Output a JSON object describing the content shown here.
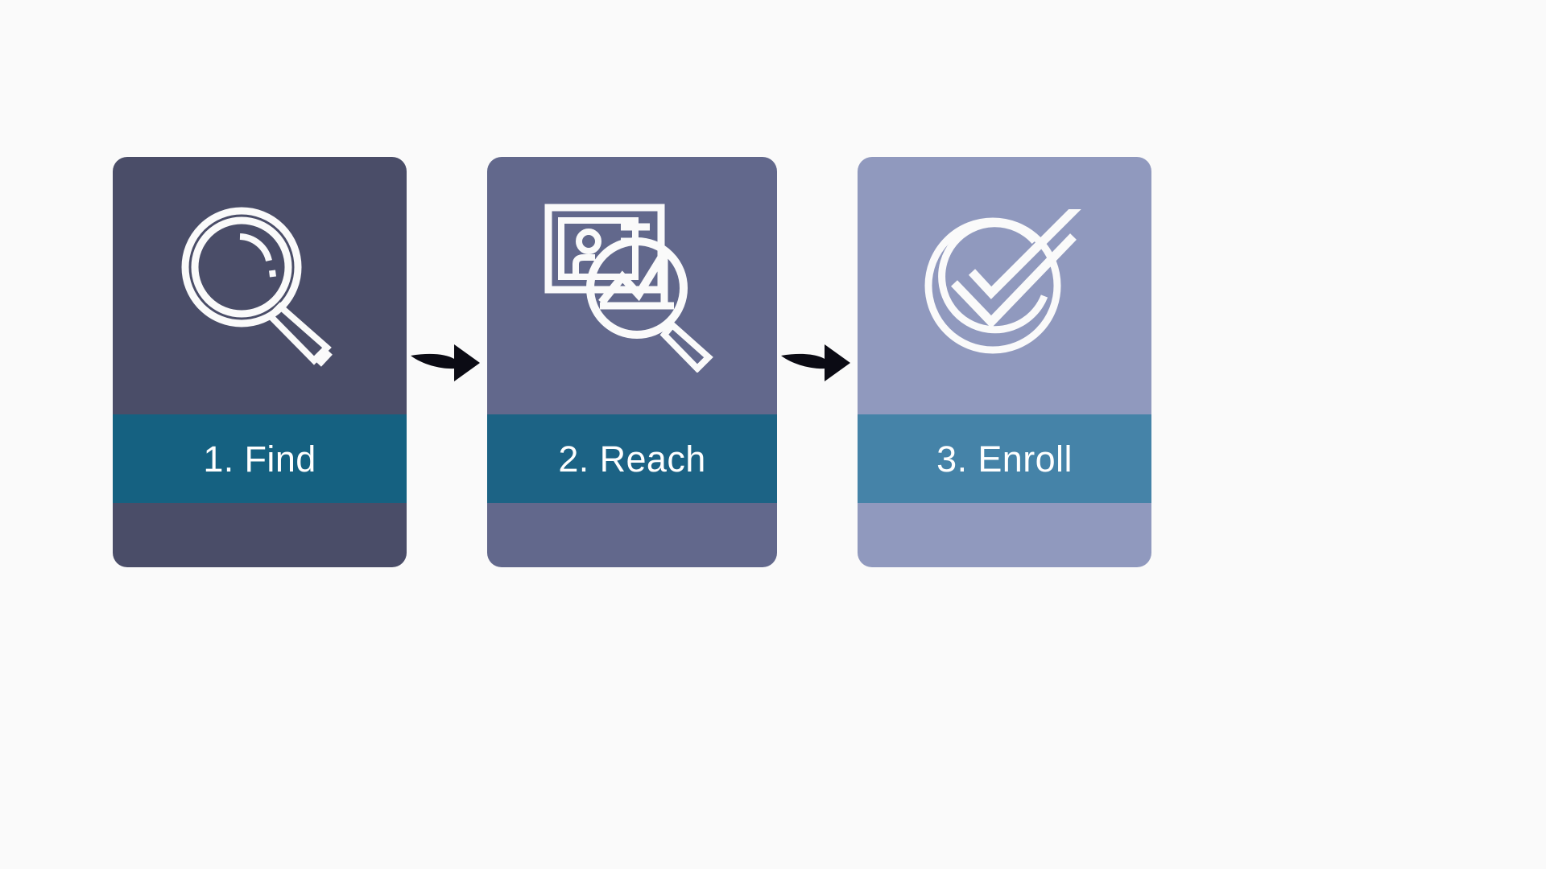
{
  "page": {
    "background_color": "#FAFAFA",
    "title": "Find Reach Enroll process"
  },
  "steps": [
    {
      "label": "1. Find",
      "icon": "magnifier-icon",
      "card_color": "#4A4D68",
      "band_color": "#156181",
      "icon_color": "#FAFAFA"
    },
    {
      "label": "2. Reach",
      "icon": "profile-card-chart-magnifier-icon",
      "card_color": "#62688C",
      "band_color": "#1C6385",
      "icon_color": "#FAFAFA"
    },
    {
      "label": "3. Enroll",
      "icon": "circle-check-icon",
      "card_color": "#9099BE",
      "band_color": "#4583A8",
      "icon_color": "#FAFAFA"
    }
  ],
  "connectors": [
    {
      "icon": "arrow-right-icon",
      "color": "#0B0B14"
    },
    {
      "icon": "arrow-right-icon",
      "color": "#0B0B14"
    }
  ]
}
